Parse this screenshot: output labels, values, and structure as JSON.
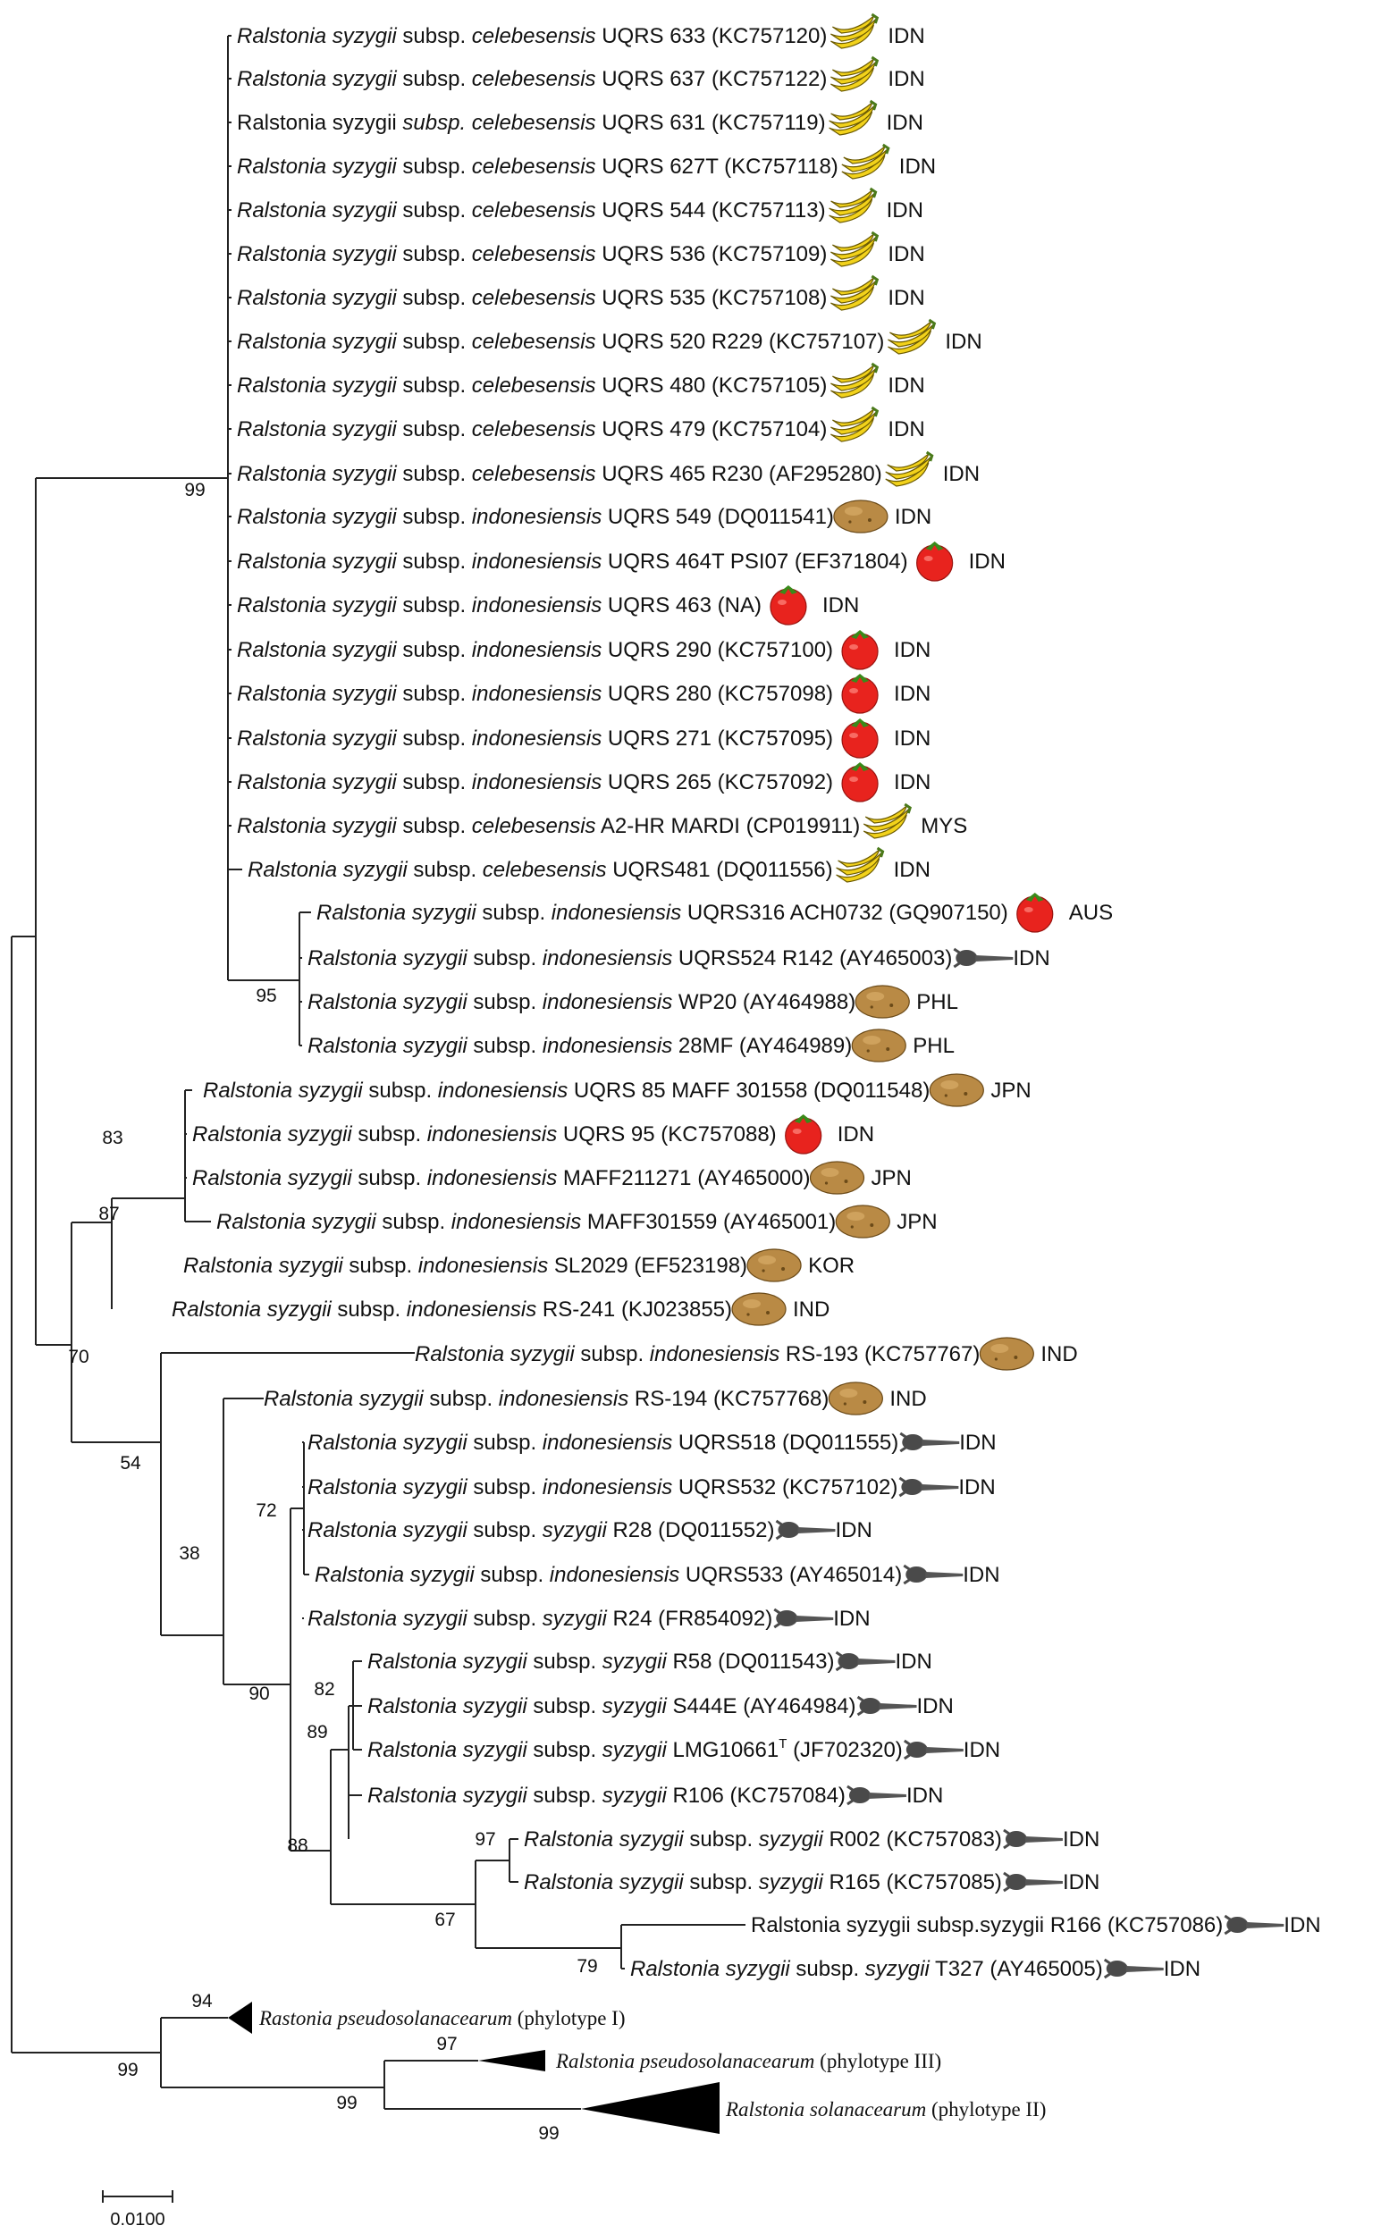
{
  "icons": {
    "banana": {
      "name": "banana-icon",
      "color": "#f2d21b"
    },
    "tomato": {
      "name": "tomato-icon",
      "color": "#e8231e"
    },
    "potato": {
      "name": "potato-icon",
      "color": "#b98a45"
    },
    "clove": {
      "name": "clove-icon",
      "color": "#4a4a4a"
    }
  },
  "taxa": [
    {
      "genus": "Ralstonia syzygii",
      "subsp": "celebesensis",
      "strain": "UQRS 633",
      "acc": "(KC757120)",
      "icon": "banana",
      "country": "IDN"
    },
    {
      "genus": "Ralstonia syzygii",
      "subsp": "celebesensis",
      "strain": "UQRS 637",
      "acc": "(KC757122)",
      "icon": "banana",
      "country": "IDN"
    },
    {
      "genus": "Ralstonia syzygii",
      "subsp": "celebesensis",
      "strain": "UQRS 631",
      "acc": "(KC757119)",
      "icon": "banana",
      "country": "IDN",
      "style": "mixed"
    },
    {
      "genus": "Ralstonia syzygii",
      "subsp": "celebesensis",
      "strain": "UQRS 627T",
      "acc": "(KC757118)",
      "icon": "banana",
      "country": "IDN"
    },
    {
      "genus": "Ralstonia syzygii",
      "subsp": "celebesensis",
      "strain": "UQRS 544",
      "acc": "(KC757113)",
      "icon": "banana",
      "country": "IDN"
    },
    {
      "genus": "Ralstonia syzygii",
      "subsp": "celebesensis",
      "strain": "UQRS 536",
      "acc": "(KC757109)",
      "icon": "banana",
      "country": "IDN"
    },
    {
      "genus": "Ralstonia syzygii",
      "subsp": "celebesensis",
      "strain": "UQRS 535",
      "acc": "(KC757108)",
      "icon": "banana",
      "country": "IDN"
    },
    {
      "genus": "Ralstonia syzygii",
      "subsp": "celebesensis",
      "strain": "UQRS 520 R229",
      "acc": "(KC757107)",
      "icon": "banana",
      "country": "IDN"
    },
    {
      "genus": "Ralstonia syzygii",
      "subsp": "celebesensis",
      "strain": "UQRS 480",
      "acc": "(KC757105)",
      "icon": "banana",
      "country": "IDN"
    },
    {
      "genus": "Ralstonia syzygii",
      "subsp": "celebesensis",
      "strain": "UQRS 479",
      "acc": "(KC757104)",
      "icon": "banana",
      "country": "IDN"
    },
    {
      "genus": "Ralstonia syzygii",
      "subsp": "celebesensis",
      "strain": "UQRS 465 R230",
      "acc": "(AF295280)",
      "icon": "banana",
      "country": "IDN"
    },
    {
      "genus": "Ralstonia syzygii",
      "subsp": "indonesiensis",
      "strain": "UQRS 549",
      "acc": "(DQ011541)",
      "icon": "potato",
      "country": "IDN"
    },
    {
      "genus": "Ralstonia syzygii",
      "subsp": "indonesiensis",
      "strain": "UQRS 464T PSI07",
      "acc": "(EF371804)",
      "icon": "tomato",
      "country": "IDN"
    },
    {
      "genus": "Ralstonia syzygii",
      "subsp": "indonesiensis",
      "strain": "UQRS 463",
      "acc": "(NA)",
      "icon": "tomato",
      "country": "IDN"
    },
    {
      "genus": "Ralstonia syzygii",
      "subsp": "indonesiensis",
      "strain": "UQRS 290",
      "acc": "(KC757100)",
      "icon": "tomato",
      "country": "IDN"
    },
    {
      "genus": "Ralstonia syzygii",
      "subsp": "indonesiensis",
      "strain": "UQRS 280",
      "acc": "(KC757098)",
      "icon": "tomato",
      "country": "IDN"
    },
    {
      "genus": "Ralstonia syzygii",
      "subsp": "indonesiensis",
      "strain": "UQRS 271",
      "acc": "(KC757095)",
      "icon": "tomato",
      "country": "IDN"
    },
    {
      "genus": "Ralstonia syzygii",
      "subsp": "indonesiensis",
      "strain": "UQRS 265",
      "acc": "(KC757092)",
      "icon": "tomato",
      "country": "IDN"
    },
    {
      "genus": "Ralstonia syzygii",
      "subsp": "celebesensis",
      "strain": "A2-HR MARDI",
      "acc": "(CP019911)",
      "icon": "banana",
      "country": "MYS"
    },
    {
      "genus": "Ralstonia syzygii",
      "subsp": "celebesensis",
      "strain": "UQRS481",
      "acc": "(DQ011556)",
      "icon": "banana",
      "country": "IDN"
    },
    {
      "genus": "Ralstonia syzygii",
      "subsp": "indonesiensis",
      "strain": "UQRS316 ACH0732",
      "acc": "(GQ907150)",
      "icon": "tomato",
      "country": "AUS"
    },
    {
      "genus": "Ralstonia syzygii",
      "subsp": "indonesiensis",
      "strain": "UQRS524 R142",
      "acc": "(AY465003)",
      "icon": "clove",
      "country": "IDN"
    },
    {
      "genus": "Ralstonia syzygii",
      "subsp": "indonesiensis",
      "strain": "WP20",
      "acc": "(AY464988)",
      "icon": "potato",
      "country": "PHL"
    },
    {
      "genus": "Ralstonia syzygii",
      "subsp": "indonesiensis",
      "strain": "28MF",
      "acc": "(AY464989)",
      "icon": "potato",
      "country": "PHL"
    },
    {
      "genus": "Ralstonia syzygii",
      "subsp": "indonesiensis",
      "strain": "UQRS 85 MAFF 301558",
      "acc": "(DQ011548)",
      "icon": "potato",
      "country": "JPN"
    },
    {
      "genus": "Ralstonia syzygii",
      "subsp": "indonesiensis",
      "strain": "UQRS 95",
      "acc": "(KC757088)",
      "icon": "tomato",
      "country": "IDN"
    },
    {
      "genus": "Ralstonia syzygii",
      "subsp": "indonesiensis",
      "strain": "MAFF211271",
      "acc": "(AY465000)",
      "icon": "potato",
      "country": "JPN"
    },
    {
      "genus": "Ralstonia syzygii",
      "subsp": "indonesiensis",
      "strain": "MAFF301559",
      "acc": "(AY465001)",
      "icon": "potato",
      "country": "JPN"
    },
    {
      "genus": "Ralstonia syzygii",
      "subsp": "indonesiensis",
      "strain": "SL2029",
      "acc": "(EF523198)",
      "icon": "potato",
      "country": "KOR"
    },
    {
      "genus": "Ralstonia syzygii",
      "subsp": "indonesiensis",
      "strain": "RS-241",
      "acc": "(KJ023855)",
      "icon": "potato",
      "country": "IND"
    },
    {
      "genus": "Ralstonia syzygii",
      "subsp": "indonesiensis",
      "strain": "RS-193",
      "acc": "(KC757767)",
      "icon": "potato",
      "country": "IND"
    },
    {
      "genus": "Ralstonia syzygii",
      "subsp": "indonesiensis",
      "strain": "RS-194",
      "acc": "(KC757768)",
      "icon": "potato",
      "country": "IND"
    },
    {
      "genus": "Ralstonia syzygii",
      "subsp": "indonesiensis",
      "strain": "UQRS518",
      "acc": "(DQ011555)",
      "icon": "clove",
      "country": "IDN"
    },
    {
      "genus": "Ralstonia syzygii",
      "subsp": "indonesiensis",
      "strain": "UQRS532",
      "acc": "(KC757102)",
      "icon": "clove",
      "country": "IDN"
    },
    {
      "genus": "Ralstonia syzygii",
      "subsp": "syzygii",
      "strain": "R28",
      "acc": "(DQ011552)",
      "icon": "clove",
      "country": "IDN"
    },
    {
      "genus": "Ralstonia syzygii",
      "subsp": "indonesiensis",
      "strain": "UQRS533",
      "acc": "(AY465014)",
      "icon": "clove",
      "country": "IDN"
    },
    {
      "genus": "Ralstonia syzygii",
      "subsp": "syzygii",
      "strain": "R24",
      "acc": "(FR854092)",
      "icon": "clove",
      "country": "IDN"
    },
    {
      "genus": "Ralstonia syzygii",
      "subsp": "syzygii",
      "strain": "R58",
      "acc": "(DQ011543)",
      "icon": "clove",
      "country": "IDN"
    },
    {
      "genus": "Ralstonia syzygii",
      "subsp": "syzygii",
      "strain": "S444E",
      "acc": "(AY464984)",
      "icon": "clove",
      "country": "IDN"
    },
    {
      "genus": "Ralstonia syzygii",
      "subsp": "syzygii",
      "strain": "LMG10661",
      "sup": "T",
      "acc": "(JF702320)",
      "icon": "clove",
      "country": "IDN"
    },
    {
      "genus": "Ralstonia syzygii",
      "subsp": "syzygii",
      "strain": "R106",
      "acc": "(KC757084)",
      "icon": "clove",
      "country": "IDN"
    },
    {
      "genus": "Ralstonia syzygii",
      "subsp": "syzygii",
      "strain": "R002",
      "acc": "(KC757083)",
      "icon": "clove",
      "country": "IDN"
    },
    {
      "genus": "Ralstonia syzygii",
      "subsp": "syzygii",
      "strain": "R165",
      "acc": "(KC757085)",
      "icon": "clove",
      "country": "IDN"
    },
    {
      "genus": "Ralstonia syzygii",
      "subsp": "syzygii",
      "strain": "R166",
      "acc": "(KC757086)",
      "icon": "clove",
      "country": "IDN",
      "style": "plain"
    },
    {
      "genus": "Ralstonia syzygii",
      "subsp": "syzygii",
      "strain": "T327",
      "acc": "(AY465005)",
      "icon": "clove",
      "country": "IDN"
    }
  ],
  "collapsed_clades": [
    {
      "name": "Rastonia pseudosolanacearum",
      "phylotype": "(phylotype I)"
    },
    {
      "name": "Ralstonia pseudosolanacearum",
      "phylotype": "(phylotype III)"
    },
    {
      "name": "Ralstonia solanacearum",
      "phylotype": "(phylotype II)"
    }
  ],
  "bootstrap": [
    "99",
    "95",
    "83",
    "87",
    "70",
    "54",
    "38",
    "72",
    "90",
    "82",
    "89",
    "88",
    "97",
    "67",
    "79",
    "94",
    "99",
    "97",
    "99",
    "99"
  ],
  "scale_bar": {
    "label": "0.0100"
  }
}
